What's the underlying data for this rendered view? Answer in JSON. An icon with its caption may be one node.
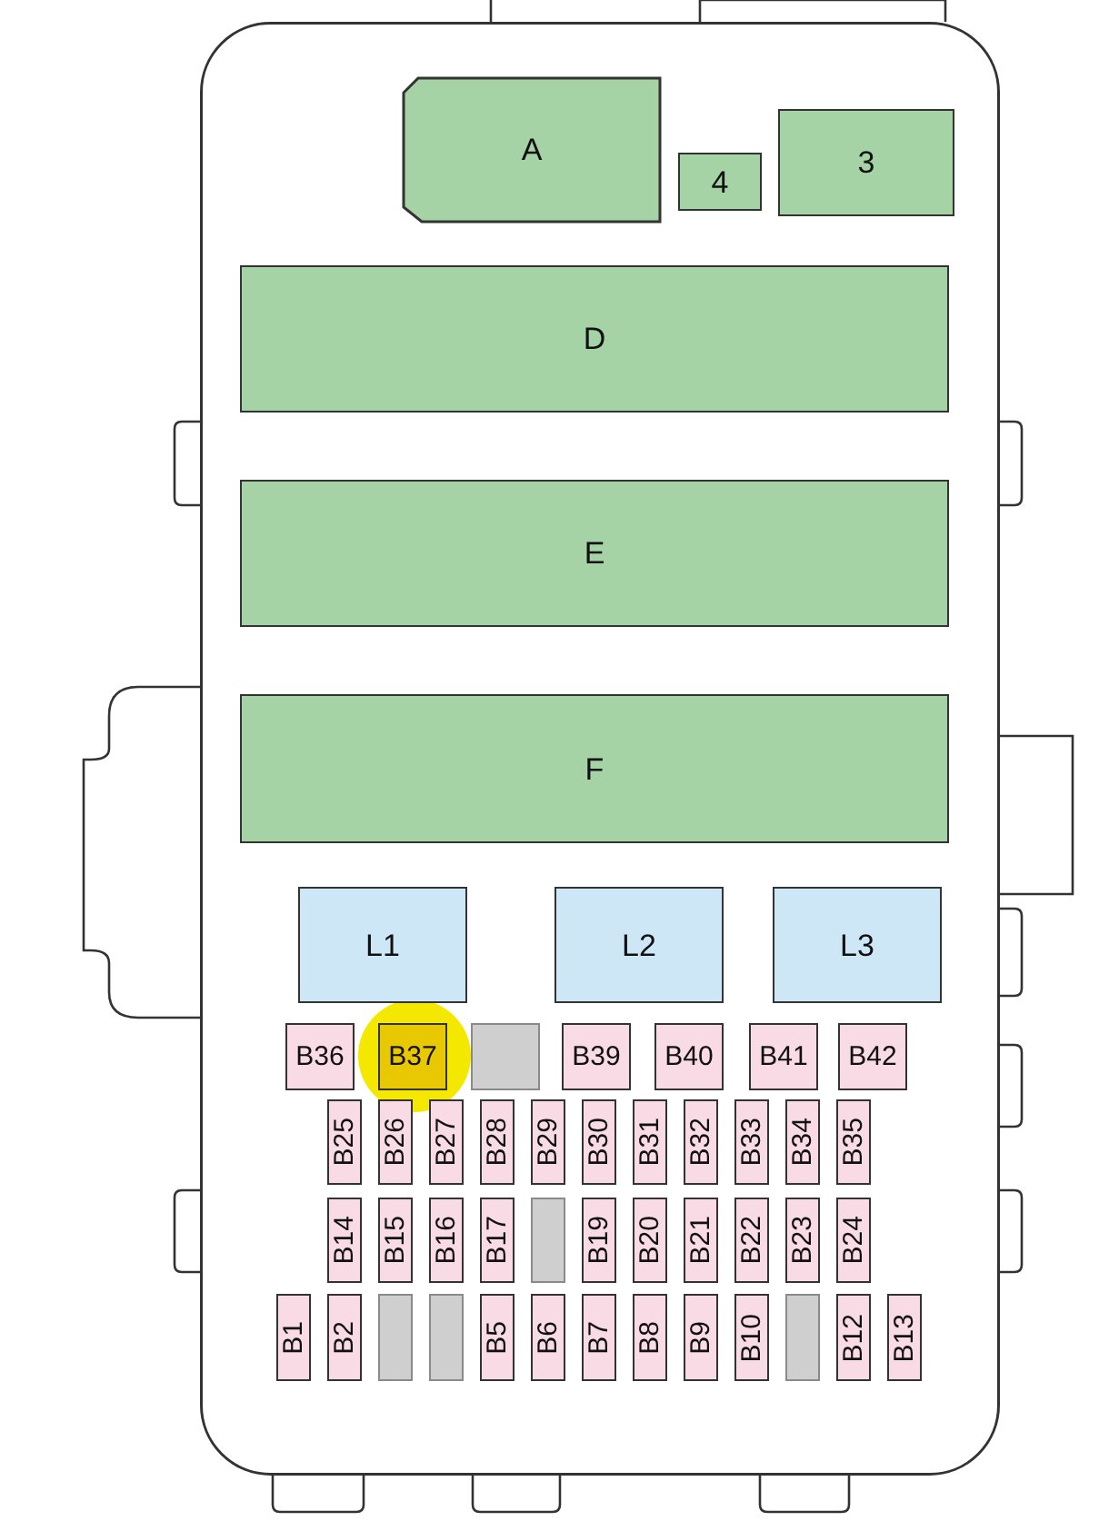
{
  "diagram": {
    "nodes": [
      {
        "text": [],
        "shape": "box"
      },
      {
        "text": [
          "A"
        ],
        "in": 0
      },
      {
        "text": [
          "4"
        ],
        "in": 0
      },
      {
        "text": [
          "3"
        ],
        "in": 0
      },
      {
        "text": [
          "D"
        ],
        "in": 0
      },
      {
        "text": [
          "E"
        ],
        "in": 0
      },
      {
        "text": [
          "F"
        ],
        "in": 0
      },
      {
        "text": [
          "L1"
        ],
        "in": 0
      },
      {
        "text": [
          "L2"
        ],
        "in": 0
      },
      {
        "text": [
          "L3"
        ],
        "in": 0
      },
      {
        "text": [
          "B36"
        ],
        "in": 0
      },
      {
        "text": [
          "B37"
        ],
        "in": 0
      },
      {
        "text": [],
        "shape": "box",
        "in": 0
      },
      {
        "text": [
          "B39"
        ],
        "in": 0
      },
      {
        "text": [
          "B40"
        ],
        "in": 0
      },
      {
        "text": [
          "B41"
        ],
        "in": 0
      },
      {
        "text": [
          "B42"
        ],
        "in": 0
      },
      {
        "text": [
          "B25"
        ],
        "in": 0
      },
      {
        "text": [
          "B26"
        ],
        "in": 0
      },
      {
        "text": [
          "B27"
        ],
        "in": 0
      },
      {
        "text": [
          "B28"
        ],
        "in": 0
      },
      {
        "text": [
          "B29"
        ],
        "in": 0
      },
      {
        "text": [
          "B30"
        ],
        "in": 0
      },
      {
        "text": [
          "B31"
        ],
        "in": 0
      },
      {
        "text": [
          "B32"
        ],
        "in": 0
      },
      {
        "text": [
          "B33"
        ],
        "in": 0
      },
      {
        "text": [
          "B34"
        ],
        "in": 0
      },
      {
        "text": [
          "B35"
        ],
        "in": 0
      },
      {
        "text": [
          "B14"
        ],
        "in": 0
      },
      {
        "text": [
          "B15"
        ],
        "in": 0
      },
      {
        "text": [
          "B16"
        ],
        "in": 0
      },
      {
        "text": [
          "B17"
        ],
        "in": 0
      },
      {
        "text": [],
        "shape": "box",
        "in": 0
      },
      {
        "text": [
          "B19"
        ],
        "in": 0
      },
      {
        "text": [
          "B20"
        ],
        "in": 0
      },
      {
        "text": [
          "B21"
        ],
        "in": 0
      },
      {
        "text": [
          "B22"
        ],
        "in": 0
      },
      {
        "text": [
          "B23"
        ],
        "in": 0
      },
      {
        "text": [
          "B24"
        ],
        "in": 0
      },
      {
        "text": [
          "B1"
        ],
        "in": 0
      },
      {
        "text": [
          "B2"
        ],
        "in": 0
      },
      {
        "text": [],
        "shape": "box",
        "in": 0
      },
      {
        "text": [],
        "shape": "box",
        "in": 0
      },
      {
        "text": [
          "B5"
        ],
        "in": 0
      },
      {
        "text": [
          "B6"
        ],
        "in": 0
      },
      {
        "text": [
          "B7"
        ],
        "in": 0
      },
      {
        "text": [
          "B8"
        ],
        "in": 0
      },
      {
        "text": [
          "B9"
        ],
        "in": 0
      },
      {
        "text": [
          "B10"
        ],
        "in": 0
      },
      {
        "text": [],
        "shape": "box",
        "in": 0
      },
      {
        "text": [
          "B12"
        ],
        "in": 0
      },
      {
        "text": [
          "B13"
        ],
        "in": 0
      }
    ]
  }
}
